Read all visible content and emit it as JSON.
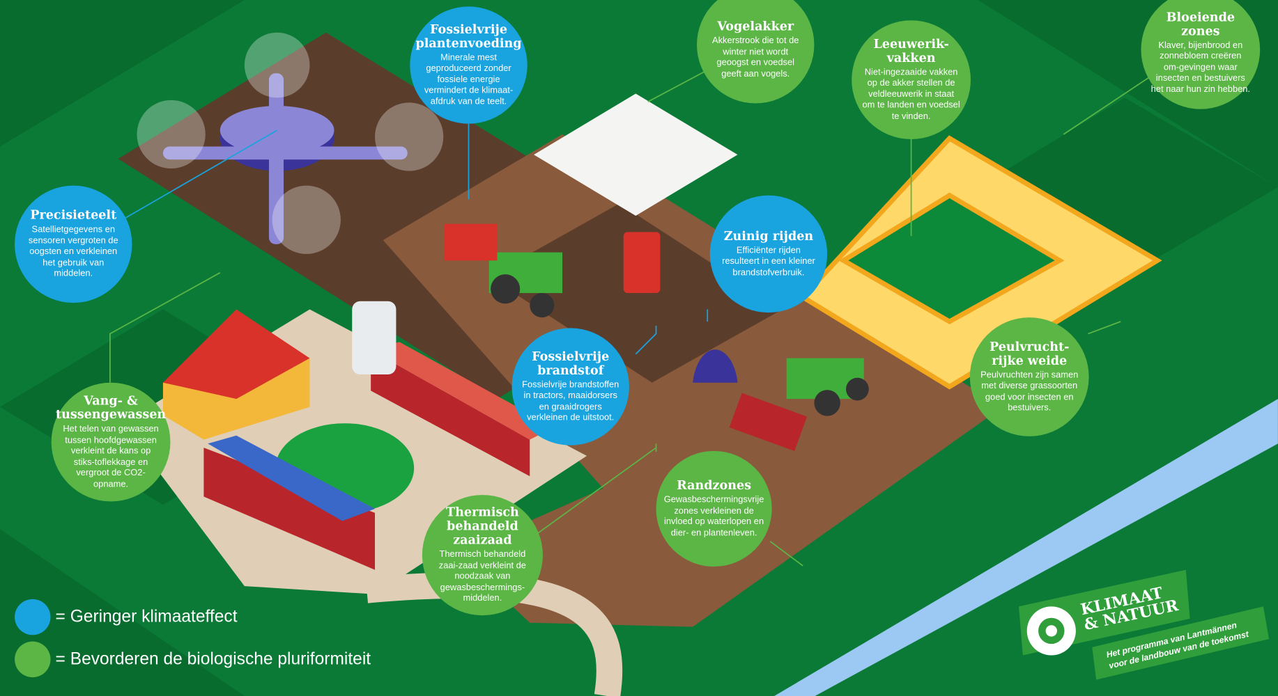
{
  "bubbles": [
    {
      "id": "plantenvoeding",
      "title": "Fossielvrije\nplantenvoeding",
      "body": "Minerale mest geproduceerd zonder fossiele energie vermindert de klimaat-afdruk van de teelt.",
      "type": "blue"
    },
    {
      "id": "vogelakker",
      "title": "Vogelakker",
      "body": "Akkerstrook die tot de winter niet wordt geoogst en voedsel geeft aan vogels.",
      "type": "green"
    },
    {
      "id": "leeuwerik",
      "title": "Leeuwerik-\nvakken",
      "body": "Niet-ingezaaide vakken op de akker stellen de veldleeuwerik in staat om te landen en voedsel te vinden.",
      "type": "green"
    },
    {
      "id": "bloeiende",
      "title": "Bloeiende\nzones",
      "body": "Klaver, bijenbrood en zonnebloem creëren om-gevingen waar insecten en bestuivers het naar hun zin hebben.",
      "type": "green"
    },
    {
      "id": "precisieteelt",
      "title": "Precisieteelt",
      "body": "Satellietgegevens en sensoren vergroten de oogsten en verkleinen het gebruik van middelen.",
      "type": "blue"
    },
    {
      "id": "zuinig",
      "title": "Zuinig rijden",
      "body": "Efficiënter rijden resulteert in een kleiner brandstofverbruik.",
      "type": "blue"
    },
    {
      "id": "brandstof",
      "title": "Fossielvrije\nbrandstof",
      "body": "Fossielvrije brandstoffen in tractors, maaidorsers en graaidrogers verkleinen de uitstoot.",
      "type": "blue"
    },
    {
      "id": "vang",
      "title": "Vang- &\ntussengewassen",
      "body": "Het telen van gewassen tussen hoofdgewassen verkleint de kans op stiks-toflekkage en vergroot de CO2-opname.",
      "type": "green"
    },
    {
      "id": "peulvrucht",
      "title": "Peulvrucht-\nrijke weide",
      "body": "Peulvruchten zijn samen met diverse grassoorten goed voor insecten en bestuivers.",
      "type": "green"
    },
    {
      "id": "randzones",
      "title": "Randzones",
      "body": "Gewasbeschermingsvrije zones verkleinen de invloed op waterlopen en dier- en plantenleven.",
      "type": "green"
    },
    {
      "id": "thermisch",
      "title": "Thermisch\nbehandeld\nzaaizaad",
      "body": "Thermisch behandeld zaai-zaad verkleint de noodzaak van gewasbeschermings-middelen.",
      "type": "green"
    }
  ],
  "legend": [
    {
      "label": "= Geringer klimaateffect",
      "color": "#19a3df"
    },
    {
      "label": "= Bevorderen de biologische pluriformiteit",
      "color": "#5bb646"
    }
  ],
  "logo": {
    "name": "KLIMAAT\n& NATUUR",
    "tagline": "Het programma van Lantmännen\nvoor de landbouw van de toekomst"
  },
  "colors": {
    "blue": "#19a3df",
    "green": "#5bb646",
    "grass": "#0a7a36",
    "field": "#5b3d2c"
  }
}
